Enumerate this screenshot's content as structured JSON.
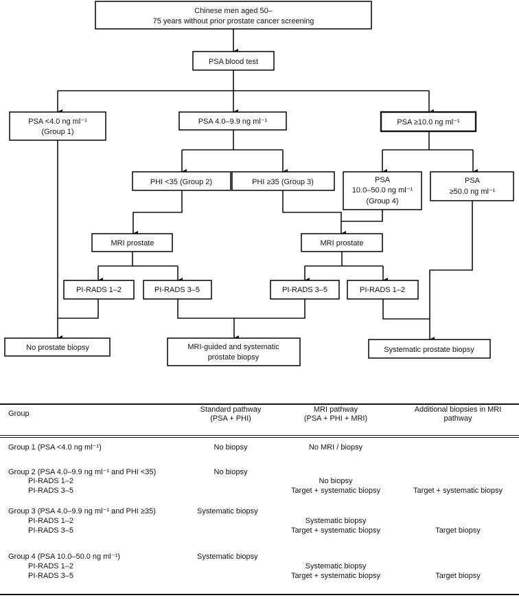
{
  "flowchart": {
    "population": [
      "Chinese men aged 50–",
      "75 years without prior prostate cancer screening"
    ],
    "psa_test": "PSA blood test",
    "psa_low": [
      "PSA <4.0 ng ml⁻¹",
      "(Group 1)"
    ],
    "psa_mid": "PSA 4.0–9.9 ng ml⁻¹",
    "psa_high": "PSA ≥10.0 ng ml⁻¹",
    "phi_low": "PHI <35 (Group 2)",
    "phi_high": "PHI ≥35 (Group 3)",
    "psa_group4": [
      "PSA",
      "10.0–50.0 ng ml⁻¹",
      "(Group 4)"
    ],
    "psa_very_high": [
      "PSA",
      "≥50.0 ng ml⁻¹"
    ],
    "mri_left": "MRI prostate",
    "mri_right": "MRI prostate",
    "pirads_left_low": "PI-RADS 1–2",
    "pirads_left_high": "PI-RADS 3–5",
    "pirads_right_high": "PI-RADS 3–5",
    "pirads_right_low": "PI-RADS 1–2",
    "outcome_none": "No prostate biopsy",
    "outcome_mri": [
      "MRI-guided and systematic",
      "prostate biopsy"
    ],
    "outcome_systematic": "Systematic  prostate biopsy"
  },
  "table": {
    "headers": {
      "group": "Group",
      "standard": [
        "Standard pathway",
        "(PSA + PHI)"
      ],
      "mri": [
        "MRI pathway",
        "(PSA + PHI + MRI)"
      ],
      "additional": [
        "Additional biopsies in MRI",
        "pathway"
      ]
    },
    "rows": [
      {
        "group": "Group 1 (PSA <4.0 ng ml⁻¹)",
        "standard": "No biopsy",
        "mri": "No MRI / biopsy"
      },
      {
        "group": "Group 2 (PSA 4.0–9.9 ng ml⁻¹ and PHI <35)",
        "standard": "No biopsy",
        "sub": [
          {
            "label": "PI-RADS 1–2",
            "mri": "No biopsy",
            "additional": ""
          },
          {
            "label": "PI-RADS 3–5",
            "mri": "Target + systematic biopsy",
            "additional": "Target + systematic biopsy"
          }
        ]
      },
      {
        "group": "Group 3 (PSA 4.0–9.9 ng ml⁻¹ and PHI ≥35)",
        "standard": "Systematic biopsy",
        "sub": [
          {
            "label": "PI-RADS 1–2",
            "mri": "Systematic biopsy",
            "additional": ""
          },
          {
            "label": "PI-RADS 3–5",
            "mri": "Target + systematic biopsy",
            "additional": "Target biopsy"
          }
        ]
      },
      {
        "group": "Group 4 (PSA 10.0–50.0 ng ml⁻¹)",
        "standard": "Systematic biopsy",
        "sub": [
          {
            "label": "PI-RADS 1–2",
            "mri": "Systematic biopsy",
            "additional": ""
          },
          {
            "label": "PI-RADS 3–5",
            "mri": "Target + systematic biopsy",
            "additional": "Target biopsy"
          }
        ]
      }
    ]
  }
}
